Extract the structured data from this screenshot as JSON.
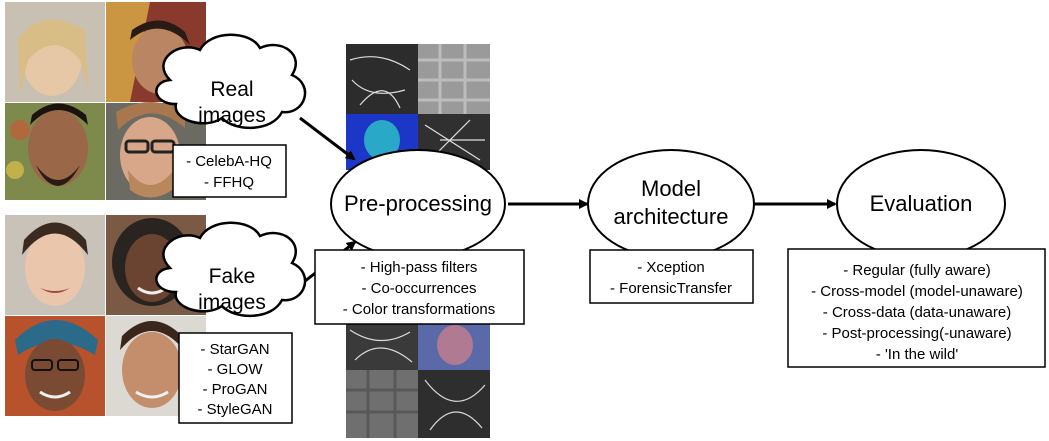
{
  "inputs": {
    "real": {
      "cloud_lines": [
        "Real",
        "images"
      ],
      "datasets": [
        "- CelebA-HQ",
        "- FFHQ"
      ]
    },
    "fake": {
      "cloud_lines": [
        "Fake",
        "images"
      ],
      "datasets": [
        "- StarGAN",
        "- GLOW",
        "- ProGAN",
        "- StyleGAN"
      ]
    }
  },
  "stages": {
    "preprocessing": {
      "title": "Pre-processing",
      "items": [
        "- High-pass filters",
        "- Co-occurrences",
        "- Color transformations"
      ]
    },
    "model": {
      "title_lines": [
        "Model",
        "architecture"
      ],
      "items": [
        "- Xception",
        "- ForensicTransfer"
      ]
    },
    "evaluation": {
      "title": "Evaluation",
      "items": [
        "- Regular (fully aware)",
        "- Cross-model (model-unaware)",
        "- Cross-data (data-unaware)",
        "- Post-processing(-unaware)",
        "- 'In the wild'"
      ]
    }
  },
  "colors": {
    "line": "#000000",
    "box_fill": "#ffffff"
  }
}
